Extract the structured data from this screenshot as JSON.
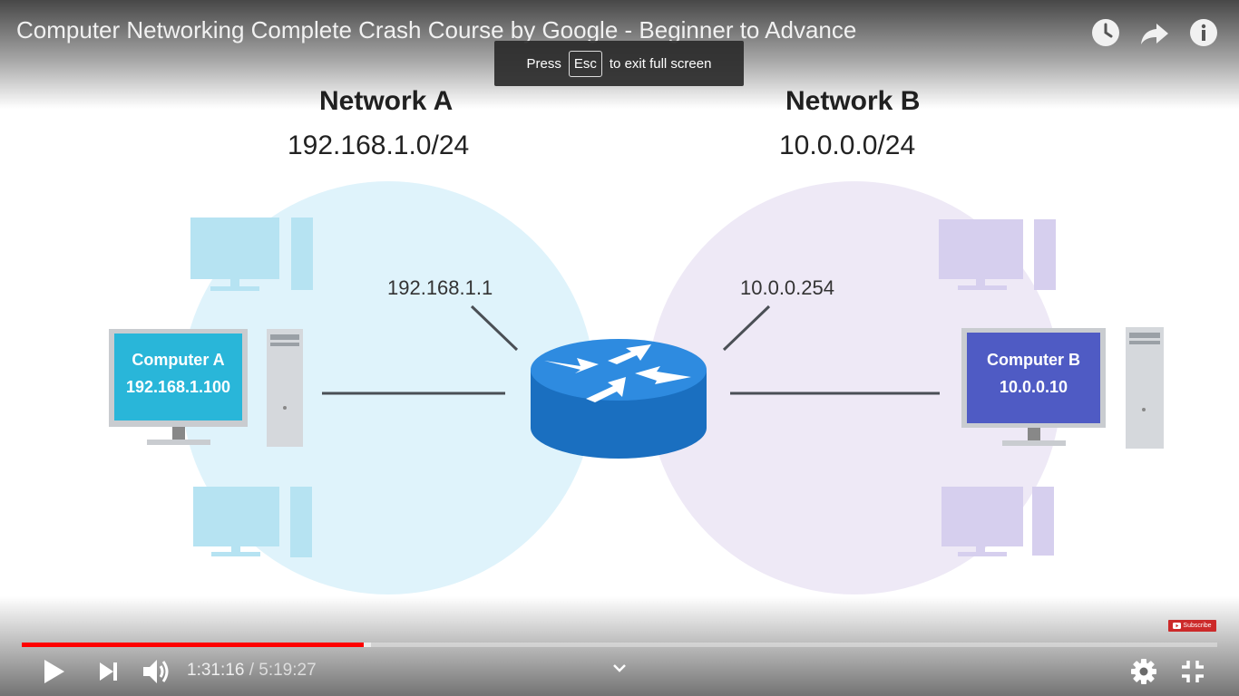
{
  "player": {
    "title": "Computer Networking Complete Crash Course by Google - Beginner to Advance",
    "toast": {
      "press": "Press",
      "key": "Esc",
      "suffix": "to exit full screen"
    },
    "top_buttons": {
      "watch_later": "clock-icon",
      "share": "share-arrow-icon",
      "info": "info-icon"
    },
    "time": {
      "current": "1:31:16",
      "separator": "/",
      "duration": "5:19:27"
    },
    "progress": {
      "played_fraction": 0.286,
      "buffered_fraction": 0.292
    },
    "subscribe_label": "Subscribe",
    "colors": {
      "progress": "#ff0000",
      "subscribe": "#cc2a2a"
    }
  },
  "diagram": {
    "network_a": {
      "title": "Network A",
      "subnet": "192.168.1.0/24",
      "gateway_ip": "192.168.1.1",
      "computer_name": "Computer A",
      "computer_ip": "192.168.1.100",
      "color": "#29b6d9"
    },
    "network_b": {
      "title": "Network B",
      "subnet": "10.0.0.0/24",
      "gateway_ip": "10.0.0.254",
      "computer_name": "Computer B",
      "computer_ip": "10.0.0.10",
      "color": "#4f5bc4"
    },
    "router_color": "#1f7bd1"
  }
}
